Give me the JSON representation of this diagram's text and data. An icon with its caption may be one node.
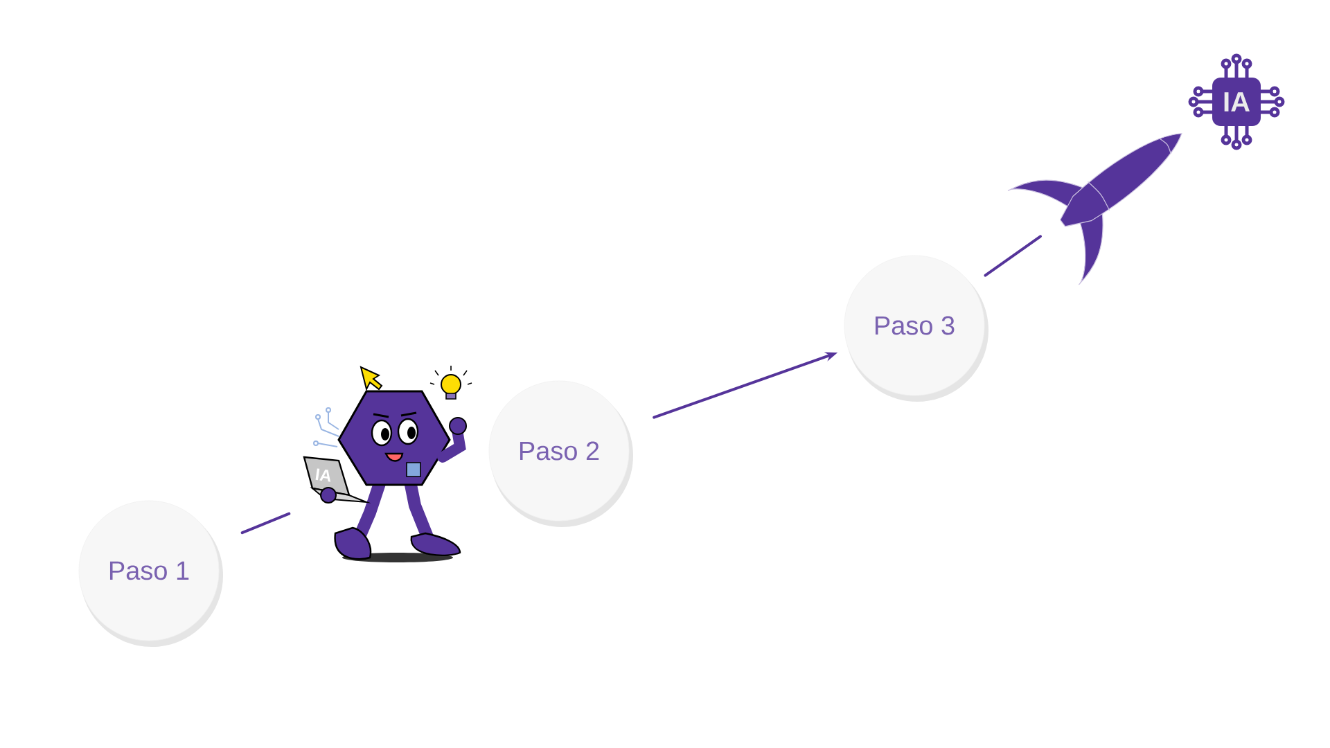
{
  "diagram": {
    "nodes": [
      {
        "text": [
          "Paso 1"
        ]
      },
      {
        "text": [],
        "shape": "picture"
      },
      {
        "text": [
          "Paso 2"
        ]
      },
      {
        "text": [
          "Paso 3"
        ]
      },
      {
        "text": [],
        "shape": "picture"
      },
      {
        "text": [
          "IA"
        ]
      }
    ],
    "edges": [
      {
        "from": 0,
        "to": 1,
        "arrow": "none"
      },
      {
        "from": 2,
        "to": 3,
        "arrow": "to"
      },
      {
        "from": 3,
        "to": 4,
        "arrow": "none"
      }
    ],
    "labels": [
      "IA"
    ]
  }
}
